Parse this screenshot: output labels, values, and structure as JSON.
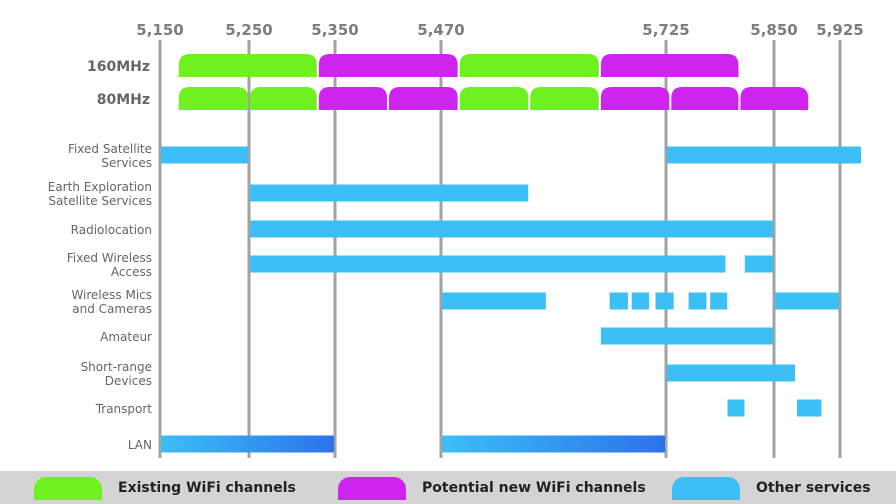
{
  "chart_data": {
    "type": "gantt",
    "x_ticks": [
      5150,
      5250,
      5350,
      5470,
      5725,
      5850,
      5925
    ],
    "x_tick_labels": [
      "5,150",
      "5,250",
      "5,350",
      "5,470",
      "5,725",
      "5,850",
      "5,925"
    ],
    "xlim": [
      5150,
      5950
    ],
    "channel_rows": [
      {
        "label": "160MHz",
        "channels": [
          {
            "start": 5170,
            "end": 5330,
            "group": "existing"
          },
          {
            "start": 5330,
            "end": 5490,
            "group": "potential"
          },
          {
            "start": 5490,
            "end": 5650,
            "group": "existing"
          },
          {
            "start": 5650,
            "end": 5810,
            "group": "potential"
          }
        ]
      },
      {
        "label": "80MHz",
        "channels": [
          {
            "start": 5170,
            "end": 5250,
            "group": "existing"
          },
          {
            "start": 5250,
            "end": 5330,
            "group": "existing"
          },
          {
            "start": 5330,
            "end": 5410,
            "group": "potential"
          },
          {
            "start": 5410,
            "end": 5490,
            "group": "potential"
          },
          {
            "start": 5490,
            "end": 5570,
            "group": "existing"
          },
          {
            "start": 5570,
            "end": 5650,
            "group": "existing"
          },
          {
            "start": 5650,
            "end": 5730,
            "group": "potential"
          },
          {
            "start": 5730,
            "end": 5810,
            "group": "potential"
          },
          {
            "start": 5810,
            "end": 5890,
            "group": "potential"
          }
        ]
      }
    ],
    "service_rows": [
      {
        "label": [
          "Fixed Satellite",
          "Services"
        ],
        "ranges": [
          [
            5150,
            5250
          ],
          [
            5725,
            5950
          ]
        ]
      },
      {
        "label": [
          "Earth Exploration",
          "Satellite Services"
        ],
        "ranges": [
          [
            5250,
            5570
          ]
        ]
      },
      {
        "label": [
          "Radiolocation"
        ],
        "ranges": [
          [
            5250,
            5850
          ]
        ]
      },
      {
        "label": [
          "Fixed Wireless",
          "Access"
        ],
        "ranges": [
          [
            5250,
            5795
          ],
          [
            5815,
            5850
          ]
        ]
      },
      {
        "label": [
          "Wireless Mics",
          "and Cameras"
        ],
        "ranges": [
          [
            5470,
            5590
          ],
          [
            5660,
            5683
          ],
          [
            5685,
            5707
          ],
          [
            5712,
            5735
          ],
          [
            5750,
            5773
          ],
          [
            5775,
            5797
          ],
          [
            5850,
            5925
          ]
        ]
      },
      {
        "label": [
          "Amateur"
        ],
        "ranges": [
          [
            5650,
            5850
          ]
        ]
      },
      {
        "label": [
          "Short-range",
          "Devices"
        ],
        "ranges": [
          [
            5725,
            5875
          ]
        ]
      },
      {
        "label": [
          "Transport"
        ],
        "ranges": [
          [
            5795,
            5817
          ],
          [
            5875,
            5905
          ]
        ]
      },
      {
        "label": [
          "LAN"
        ],
        "ranges": [
          [
            5150,
            5350
          ],
          [
            5470,
            5725
          ]
        ],
        "gradient": true
      }
    ],
    "legend": [
      {
        "key": "existing",
        "label": "Existing WiFi channels"
      },
      {
        "key": "potential",
        "label": "Potential new WiFi channels"
      },
      {
        "key": "other",
        "label": "Other services"
      }
    ],
    "colors": {
      "existing": "#6ef021",
      "potential": "#cf24ee",
      "other": "#3cbff5",
      "lan_gradient_end": "#2c72ea",
      "gridline": "#a3a3a3",
      "tick_label": "#7d7d7d",
      "row_label": "#666666"
    }
  }
}
